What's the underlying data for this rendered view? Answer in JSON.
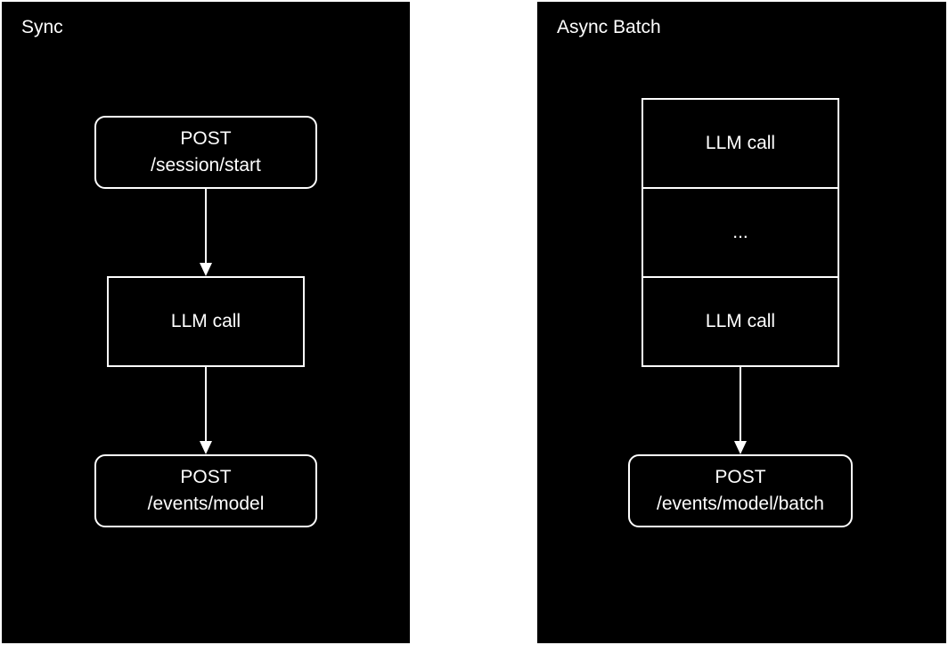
{
  "panels": {
    "sync": {
      "title": "Sync",
      "nodes": {
        "session_start": {
          "line1": "POST",
          "line2": "/session/start"
        },
        "llm_call": {
          "label": "LLM call"
        },
        "events_model": {
          "line1": "POST",
          "line2": "/events/model"
        }
      }
    },
    "async": {
      "title": "Async Batch",
      "stack": [
        "LLM call",
        "...",
        "LLM call"
      ],
      "nodes": {
        "events_model_batch": {
          "line1": "POST",
          "line2": "/events/model/batch"
        }
      }
    }
  },
  "colors": {
    "panel_background": "#000000",
    "page_background": "#ffffff",
    "stroke": "#ffffff"
  }
}
